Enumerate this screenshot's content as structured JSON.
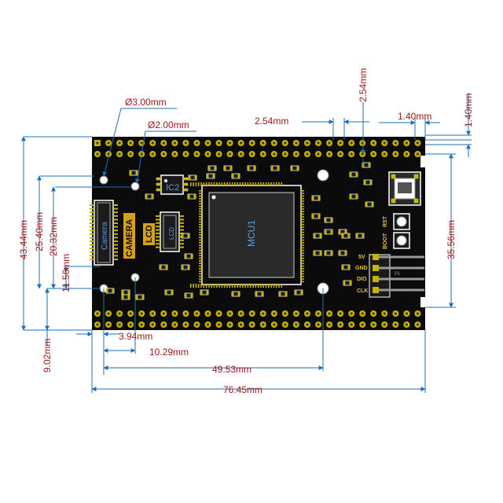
{
  "dimensions": {
    "hole3": "Ø3.00mm",
    "hole2": "Ø2.00mm",
    "pitch_top": "2.54mm",
    "pitch_right": "2.54mm",
    "offset_h": "1.40mm",
    "offset_v": "1.40mm",
    "height_total": "43.44mm",
    "h_25_40": "25.40mm",
    "h_20_32": "20.32mm",
    "h_11_56": "11.56mm",
    "h_9_02": "9.02mm",
    "h_35_56": "35.56mm",
    "w_3_94": "3.94mm",
    "w_10_29": "10.29mm",
    "w_49_53": "49.53mm",
    "w_76_45": "76.45mm"
  },
  "silkscreen": {
    "ic2": "IC2",
    "mcu": "MCU1",
    "camera_conn": "Camera",
    "lcd_conn": "LCD",
    "camera_tag": "CAMERA",
    "lcd_tag": "LCD",
    "boot": "BOOT",
    "rst": "RST",
    "pin_5v": "5V",
    "pin_gnd": "GND",
    "pin_dio": "DIO",
    "pin_clk": "CLK",
    "jp": "P1"
  },
  "colors": {
    "pcb": "#0b0b0b",
    "pad": "#c8b400",
    "dimension_line": "#1e6fb8",
    "dimension_text": "#a01818"
  }
}
